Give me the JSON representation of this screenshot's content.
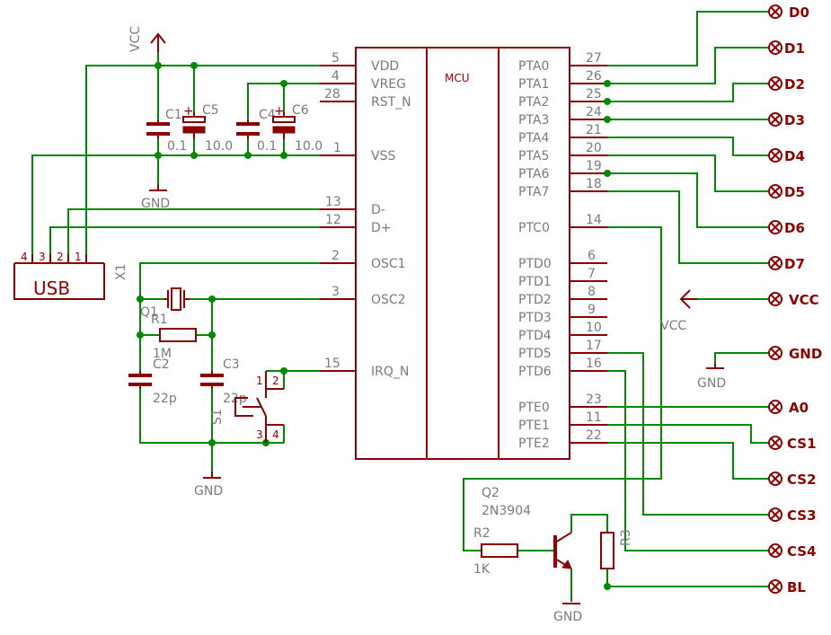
{
  "mcu": {
    "title": "MCU",
    "left_pins": [
      {
        "num": "5",
        "name": "VDD"
      },
      {
        "num": "4",
        "name": "VREG"
      },
      {
        "num": "28",
        "name": "RST_N"
      },
      {
        "num": "1",
        "name": "VSS"
      },
      {
        "num": "13",
        "name": "D-"
      },
      {
        "num": "12",
        "name": "D+"
      },
      {
        "num": "2",
        "name": "OSC1"
      },
      {
        "num": "3",
        "name": "OSC2"
      },
      {
        "num": "15",
        "name": "IRQ_N"
      }
    ],
    "right_pins": [
      {
        "num": "27",
        "name": "PTA0"
      },
      {
        "num": "26",
        "name": "PTA1"
      },
      {
        "num": "25",
        "name": "PTA2"
      },
      {
        "num": "24",
        "name": "PTA3"
      },
      {
        "num": "21",
        "name": "PTA4"
      },
      {
        "num": "20",
        "name": "PTA5"
      },
      {
        "num": "19",
        "name": "PTA6"
      },
      {
        "num": "18",
        "name": "PTA7"
      },
      {
        "num": "14",
        "name": "PTC0"
      },
      {
        "num": "6",
        "name": "PTD0"
      },
      {
        "num": "7",
        "name": "PTD1"
      },
      {
        "num": "8",
        "name": "PTD2"
      },
      {
        "num": "9",
        "name": "PTD3"
      },
      {
        "num": "10",
        "name": "PTD4"
      },
      {
        "num": "17",
        "name": "PTD5"
      },
      {
        "num": "16",
        "name": "PTD6"
      },
      {
        "num": "23",
        "name": "PTE0"
      },
      {
        "num": "11",
        "name": "PTE1"
      },
      {
        "num": "22",
        "name": "PTE2"
      }
    ]
  },
  "connectors": [
    "D0",
    "D1",
    "D2",
    "D3",
    "D4",
    "D5",
    "D6",
    "D7",
    "VCC",
    "GND",
    "A0",
    "CS1",
    "CS2",
    "CS3",
    "CS4",
    "BL"
  ],
  "power": {
    "vcc_top": "VCC",
    "vcc_right": "VCC",
    "gnd_caps": "GND",
    "gnd_osc": "GND",
    "gnd_conn": "GND",
    "gnd_q2": "GND"
  },
  "usb": {
    "ref": "X1",
    "label": "USB",
    "pins": [
      "4",
      "3",
      "2",
      "1"
    ]
  },
  "caps": [
    {
      "ref": "C1",
      "value": "0.1"
    },
    {
      "ref": "C5",
      "value": "10.0",
      "polarity": "+"
    },
    {
      "ref": "C4",
      "value": "0.1"
    },
    {
      "ref": "C6",
      "value": "10.0",
      "polarity": "+"
    },
    {
      "ref": "C2",
      "value": "22p"
    },
    {
      "ref": "C3",
      "value": "22p"
    }
  ],
  "crystal": {
    "ref": "Q1"
  },
  "r1": {
    "ref": "R1",
    "value": "1M"
  },
  "s1": {
    "ref": "S1",
    "pins": [
      "1",
      "2",
      "3",
      "4"
    ]
  },
  "q2": {
    "ref": "Q2",
    "value": "2N3904"
  },
  "r2": {
    "ref": "R2",
    "value": "1K"
  },
  "r3": {
    "ref": "R3"
  }
}
